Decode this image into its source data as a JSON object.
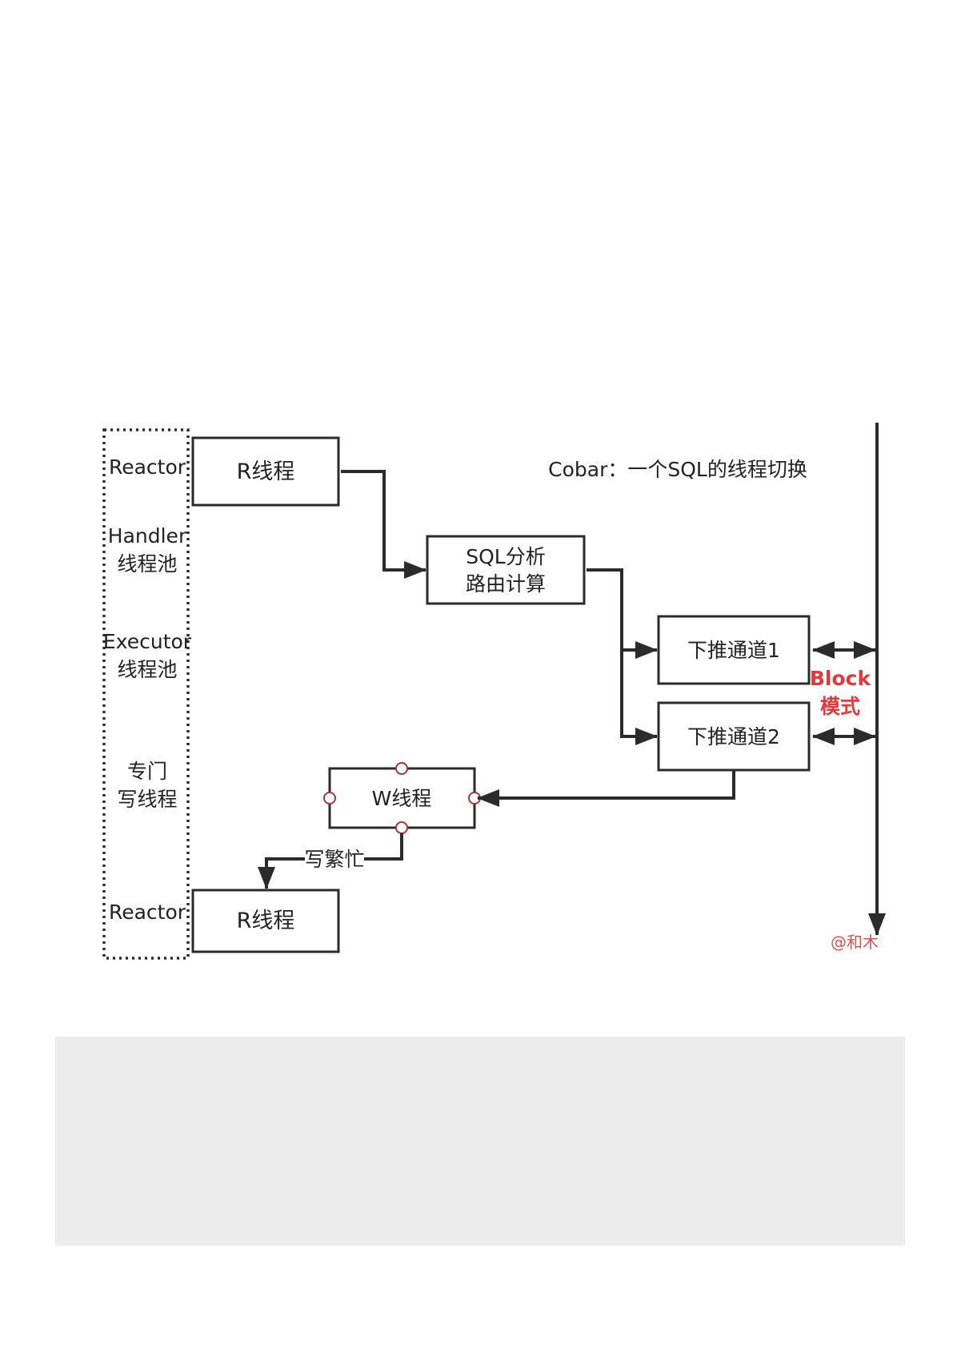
{
  "diagram": {
    "title": "Cobar：一个SQL的线程切换",
    "lane_labels": [
      [
        "Reactor"
      ],
      [
        "Handler",
        "线程池"
      ],
      [
        "Executor",
        "线程池"
      ],
      [
        "专门",
        "写线程"
      ],
      [
        "Reactor"
      ]
    ],
    "boxes": {
      "r_thread_top": [
        "R线程"
      ],
      "sql_analysis": [
        "SQL分析",
        "路由计算"
      ],
      "push_channel_1": [
        "下推通道1"
      ],
      "push_channel_2": [
        "下推通道2"
      ],
      "w_thread": [
        "W线程"
      ],
      "r_thread_bottom": [
        "R线程"
      ]
    },
    "edge_label_write_busy": "写繁忙",
    "block_mode": [
      "Block",
      "模式"
    ],
    "watermark": "@和木"
  },
  "colors": {
    "line": "#2b2b2b",
    "highlight": "#e03a3e",
    "watermark": "#d9534f",
    "node_circle": "#a33",
    "panel": "#ececec"
  }
}
